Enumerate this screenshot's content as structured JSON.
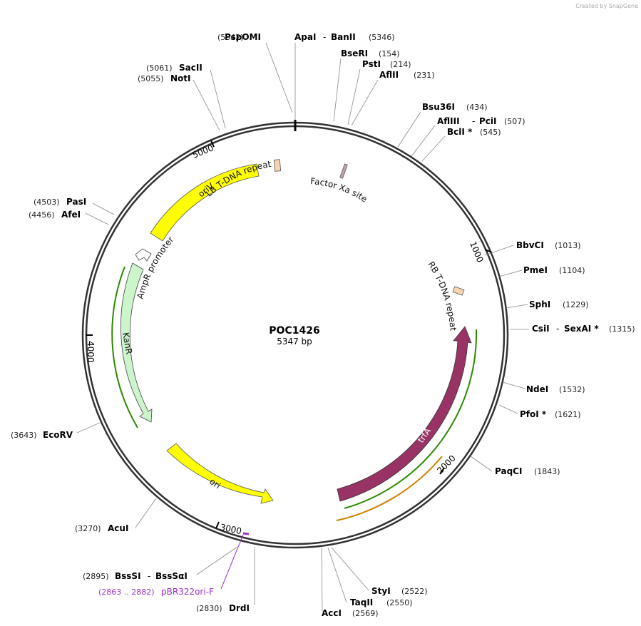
{
  "brand": "Created by SnapGene",
  "plasmid": {
    "name": "POC1426",
    "size_label": "5347 bp"
  },
  "ticks": [
    "1000",
    "2000",
    "3000",
    "4000",
    "5000"
  ],
  "enzymes": [
    {
      "name": "PspOMI",
      "pos": "(5342)"
    },
    {
      "name": "ApaI",
      "sep": "-",
      "name2": "BanII",
      "pos": "(5346)"
    },
    {
      "name": "BseRI",
      "pos": "(154)"
    },
    {
      "name": "PstI",
      "pos": "(214)"
    },
    {
      "name": "AflII",
      "pos": "(231)"
    },
    {
      "name": "Bsu36I",
      "pos": "(434)"
    },
    {
      "name": "AflIII",
      "sep": "-",
      "name2": "PciI",
      "pos": "(507)"
    },
    {
      "name": "BclI *",
      "pos": "(545)"
    },
    {
      "name": "BbvCI",
      "pos": "(1013)"
    },
    {
      "name": "PmeI",
      "pos": "(1104)"
    },
    {
      "name": "SphI",
      "pos": "(1229)"
    },
    {
      "name": "CsiI",
      "sep": "-",
      "name2": "SexAI *",
      "pos": "(1315)"
    },
    {
      "name": "NdeI",
      "pos": "(1532)"
    },
    {
      "name": "PfoI *",
      "pos": "(1621)"
    },
    {
      "name": "PaqCI",
      "pos": "(1843)"
    },
    {
      "name": "StyI",
      "pos": "(2522)"
    },
    {
      "name": "TaqII",
      "pos": "(2550)"
    },
    {
      "name": "AccI",
      "pos": "(2569)"
    },
    {
      "name": "DrdI",
      "pos": "(2830)"
    },
    {
      "name": "BssSI",
      "sep": "-",
      "name2": "BssSαI",
      "pos": "(2895)"
    },
    {
      "name": "AcuI",
      "pos": "(3270)"
    },
    {
      "name": "EcoRV",
      "pos": "(3643)"
    },
    {
      "name": "AfeI",
      "pos": "(4456)"
    },
    {
      "name": "PasI",
      "pos": "(4503)"
    },
    {
      "name": "NotI",
      "pos": "(5055)"
    },
    {
      "name": "SacII",
      "pos": "(5061)"
    }
  ],
  "primer": {
    "range": "(2863 .. 2882)",
    "name": "pBR322ori-F"
  },
  "features": {
    "oriV": "oriV",
    "lb": "LB T-DNA repeat",
    "factorxa": "Factor Xa site",
    "ampr_promoter": "AmpR promoter",
    "kanr": "KanR",
    "ori": "ori",
    "rb": "RB T-DNA repeat",
    "trfa": "trfA"
  },
  "colors": {
    "backbone": "#333333",
    "oriV": "#ffff00",
    "ori": "#ffff00",
    "kanr": "#ccf5cc",
    "trfa": "#993366",
    "repeat": "#f5d5b0",
    "factorxa": "#c8a0b4",
    "primer": "#9933cc",
    "green_strand": "#2a8a00",
    "orange_strand": "#d08000"
  }
}
